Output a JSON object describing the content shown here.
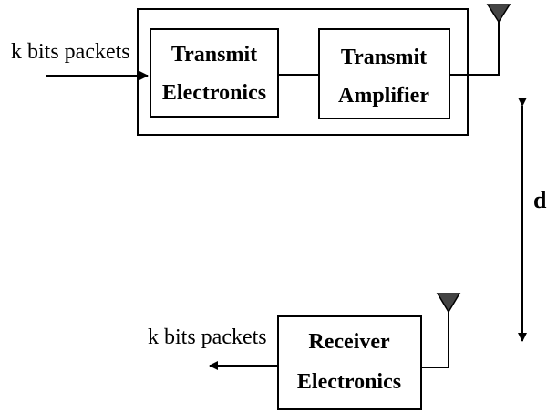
{
  "tx": {
    "input_label": "k bits packets",
    "electronics": {
      "line1": "Transmit",
      "line2": "Electronics"
    },
    "amplifier": {
      "line1": "Transmit",
      "line2": "Amplifier"
    }
  },
  "distance_label": "d",
  "rx": {
    "output_label": "k bits packets",
    "electronics": {
      "line1": "Receiver",
      "line2": "Electronics"
    }
  }
}
